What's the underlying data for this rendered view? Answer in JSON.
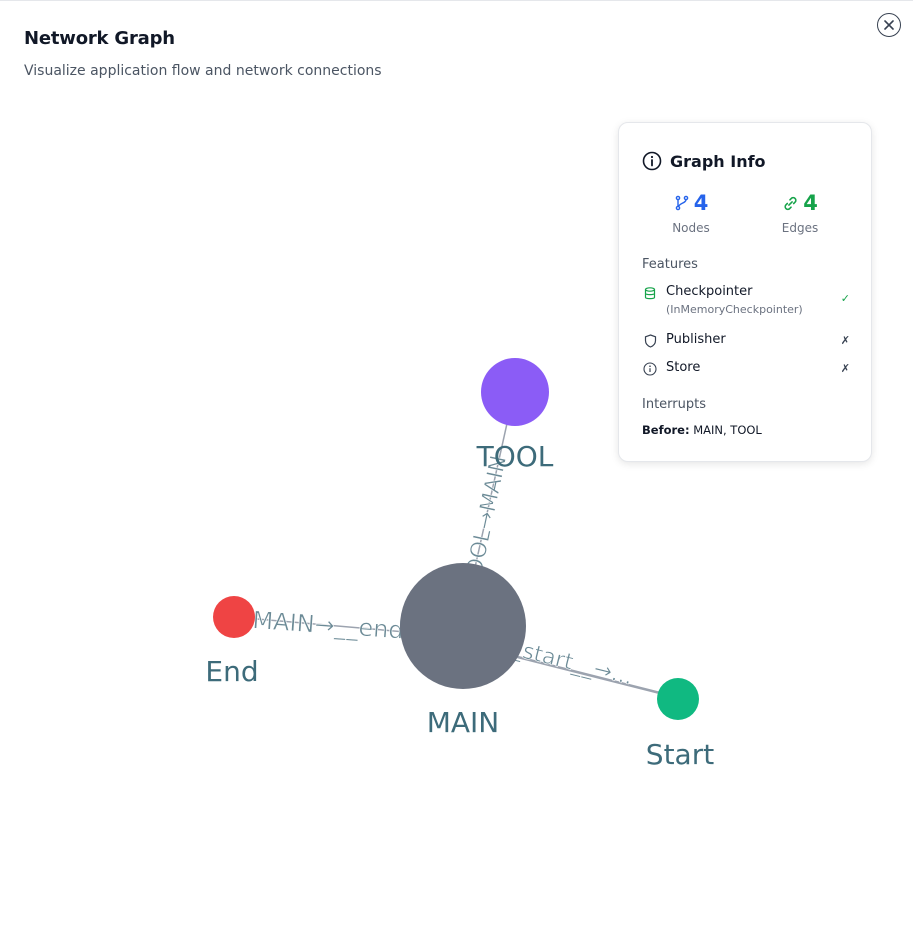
{
  "header": {
    "title": "Network Graph",
    "subtitle": "Visualize application flow and network connections"
  },
  "close": {
    "icon": "close-icon"
  },
  "graph": {
    "nodes": [
      {
        "id": "main",
        "label": "MAIN",
        "color": "#6b7280"
      },
      {
        "id": "tool",
        "label": "TOOL",
        "color": "#8b5cf6"
      },
      {
        "id": "end",
        "label": "End",
        "color": "#ef4444"
      },
      {
        "id": "start",
        "label": "Start",
        "color": "#10b981"
      }
    ],
    "edges": [
      {
        "label": "MAIN→__end__"
      },
      {
        "label": "TOOL→MAIN"
      },
      {
        "label": "__start__→..."
      }
    ]
  },
  "info": {
    "title": "Graph Info",
    "nodes_count": "4",
    "nodes_label": "Nodes",
    "edges_count": "4",
    "edges_label": "Edges",
    "features_label": "Features",
    "features": [
      {
        "name": "Checkpointer",
        "sub": "(InMemoryCheckpointer)",
        "status": "✓",
        "icon": "database-icon"
      },
      {
        "name": "Publisher",
        "status": "✗",
        "icon": "shield-icon"
      },
      {
        "name": "Store",
        "status": "✗",
        "icon": "info-icon"
      }
    ],
    "interrupts_label": "Interrupts",
    "interrupts_before_label": "Before:",
    "interrupts_before_value": "MAIN, TOOL"
  },
  "colors": {
    "edge": "#9ca3af",
    "edge_label": "#6b8a96",
    "node_label": "#3d6b7a",
    "nodes_accent": "#2563eb",
    "edges_accent": "#16a34a"
  }
}
